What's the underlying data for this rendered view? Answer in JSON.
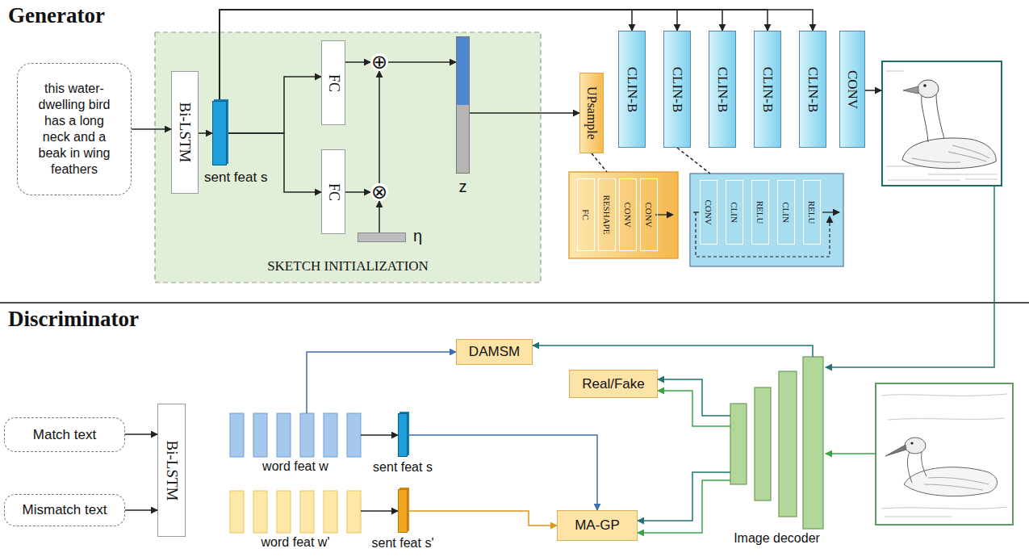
{
  "diagram": {
    "nodes": [
      {
        "text": [
          "this water- dwelling bird has a long neck and a beak in wing feathers"
        ]
      },
      {
        "text": [
          "SKETCH INITIALIZATION"
        ]
      },
      {
        "text": [
          "Bi-LSTM"
        ],
        "in": 1
      },
      {
        "text": [
          "sent feat s"
        ],
        "in": 1
      },
      {
        "text": [
          "FC"
        ],
        "in": 1
      },
      {
        "text": [
          "FC"
        ],
        "in": 1
      },
      {
        "text": [
          "⊕"
        ],
        "in": 1
      },
      {
        "text": [
          "⊗"
        ],
        "in": 1
      },
      {
        "text": [
          "η"
        ],
        "in": 1
      },
      {
        "text": [
          "z"
        ],
        "in": 1
      },
      {
        "text": [
          "UPsample"
        ]
      },
      {
        "text": [
          "CLIN-B"
        ]
      },
      {
        "text": [
          "CLIN-B"
        ]
      },
      {
        "text": [
          "CLIN-B"
        ]
      },
      {
        "text": [
          "CLIN-B"
        ]
      },
      {
        "text": [
          "CLIN-B"
        ]
      },
      {
        "text": [
          "CONV"
        ]
      },
      {
        "text": [
          "FC",
          "RESHAPE",
          "CONV",
          "CONV"
        ]
      },
      {
        "text": [
          "CONV",
          "CLIN",
          "RELU",
          "CLIN",
          "RELU"
        ]
      },
      {
        "text": [
          "DAMSM"
        ]
      },
      {
        "text": [
          "Match text"
        ]
      },
      {
        "text": [
          "Mismatch text"
        ]
      },
      {
        "text": [
          "Bi-LSTM"
        ]
      },
      {
        "text": [
          "word feat w"
        ]
      },
      {
        "text": [
          "sent feat s"
        ]
      },
      {
        "text": [
          "Real/Fake"
        ]
      },
      {
        "text": [
          "word feat w'"
        ]
      },
      {
        "text": [
          "sent feat s'"
        ]
      },
      {
        "text": [
          "MA-GP"
        ]
      },
      {
        "text": [
          "Image decoder"
        ]
      }
    ],
    "edges": [
      {
        "from": 0,
        "to": 2,
        "arrow": "to"
      },
      {
        "from": 2,
        "to": 3,
        "arrow": "to"
      },
      {
        "from": 3,
        "to": 4,
        "arrow": "to"
      },
      {
        "from": 3,
        "to": 5,
        "arrow": "to"
      },
      {
        "from": 4,
        "to": 6,
        "arrow": "to"
      },
      {
        "from": 5,
        "to": 7,
        "arrow": "to"
      },
      {
        "from": 8,
        "to": 7,
        "arrow": "to"
      },
      {
        "from": 7,
        "to": 6,
        "arrow": "to"
      },
      {
        "from": 6,
        "to": 9,
        "arrow": "to"
      },
      {
        "from": 9,
        "to": 10,
        "arrow": "to"
      },
      {
        "from": 3,
        "to": 11,
        "arrow": "to"
      },
      {
        "from": 3,
        "to": 12,
        "arrow": "to"
      },
      {
        "from": 3,
        "to": 13,
        "arrow": "to"
      },
      {
        "from": 3,
        "to": 14,
        "arrow": "to"
      },
      {
        "from": 3,
        "to": 15,
        "arrow": "to"
      },
      {
        "from": 10,
        "to": 17,
        "arrow": "none"
      },
      {
        "from": 12,
        "to": 18,
        "arrow": "none"
      },
      {
        "from": 20,
        "to": 22,
        "arrow": "to"
      },
      {
        "from": 21,
        "to": 22,
        "arrow": "to"
      },
      {
        "from": 23,
        "to": 24,
        "arrow": "to"
      },
      {
        "from": 26,
        "to": 27,
        "arrow": "to"
      },
      {
        "from": 23,
        "to": 19,
        "arrow": "to"
      },
      {
        "from": 24,
        "to": 28,
        "arrow": "to"
      },
      {
        "from": 27,
        "to": 28,
        "arrow": "to"
      },
      {
        "from": 29,
        "to": 19,
        "arrow": "to"
      },
      {
        "from": 29,
        "to": 25,
        "arrow": "to"
      },
      {
        "from": 29,
        "to": 25,
        "arrow": "to"
      },
      {
        "from": 29,
        "to": 28,
        "arrow": "to"
      },
      {
        "from": 29,
        "to": 28,
        "arrow": "to"
      }
    ],
    "labels": [
      "Generator",
      "Discriminator"
    ]
  }
}
